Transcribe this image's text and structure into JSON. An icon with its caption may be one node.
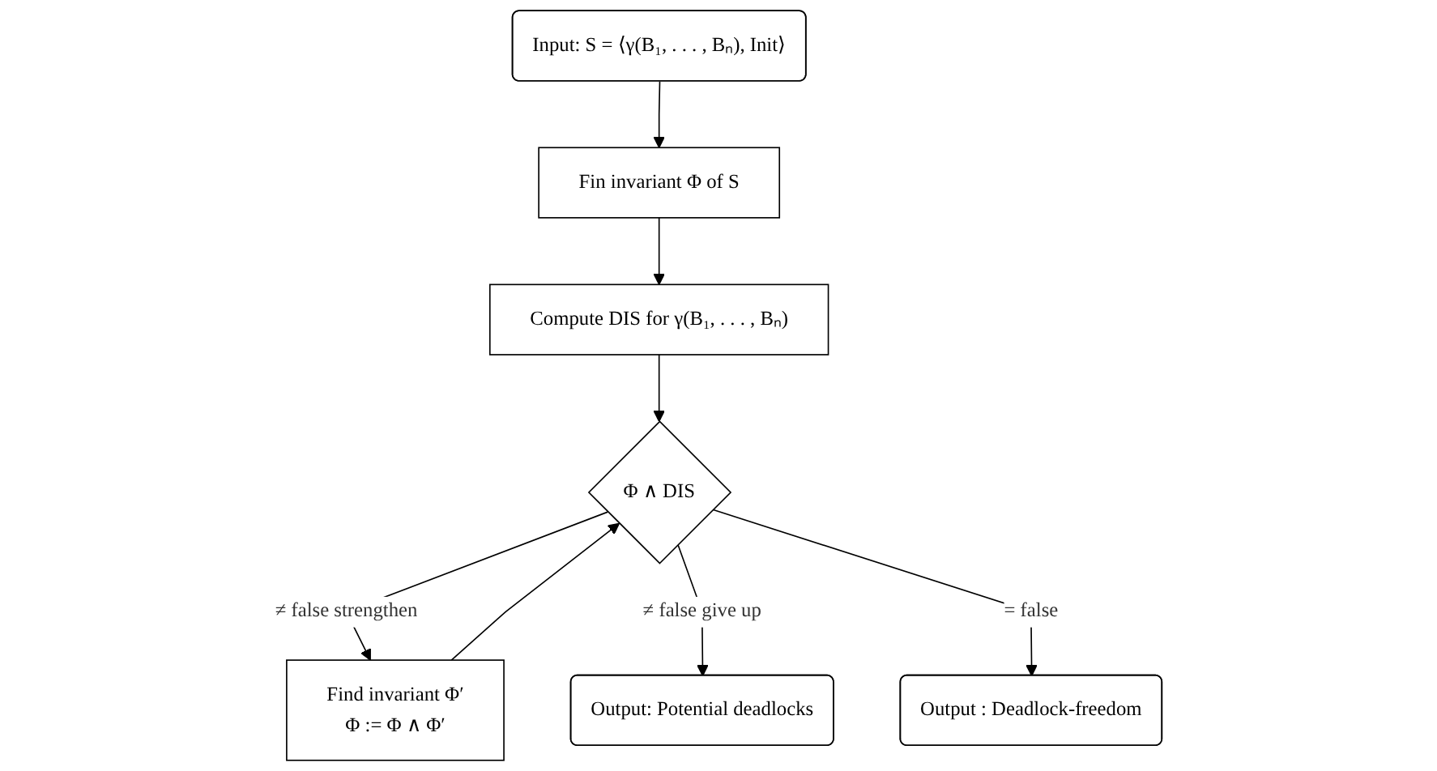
{
  "diagram": {
    "nodes": [
      {
        "text": [
          "Input: S = ⟨γ(B₁, . . . , Bₙ), Init⟩"
        ]
      },
      {
        "text": [
          "Fin invariant Φ of S"
        ]
      },
      {
        "text": [
          "Compute DIS for γ(B₁, . . . , Bₙ)"
        ]
      },
      {
        "text": [
          "Φ ∧ DIS"
        ]
      },
      {
        "text": [
          "Find invariant Φ′",
          "Φ := Φ ∧ Φ′"
        ]
      },
      {
        "text": [
          "Output: Potential deadlocks"
        ]
      },
      {
        "text": [
          "Output : Deadlock-freedom"
        ]
      }
    ],
    "edges": [
      {
        "from": 0,
        "to": 1,
        "arrow": "to"
      },
      {
        "from": 1,
        "to": 2,
        "arrow": "to"
      },
      {
        "from": 2,
        "to": 3,
        "arrow": "to"
      },
      {
        "from": 3,
        "to": 4,
        "arrow": "to",
        "label": "≠ false strengthen"
      },
      {
        "from": 4,
        "to": 3,
        "arrow": "to"
      },
      {
        "from": 3,
        "to": 5,
        "arrow": "to",
        "label": "≠ false give up"
      },
      {
        "from": 3,
        "to": 6,
        "arrow": "to",
        "label": "= false"
      }
    ]
  }
}
